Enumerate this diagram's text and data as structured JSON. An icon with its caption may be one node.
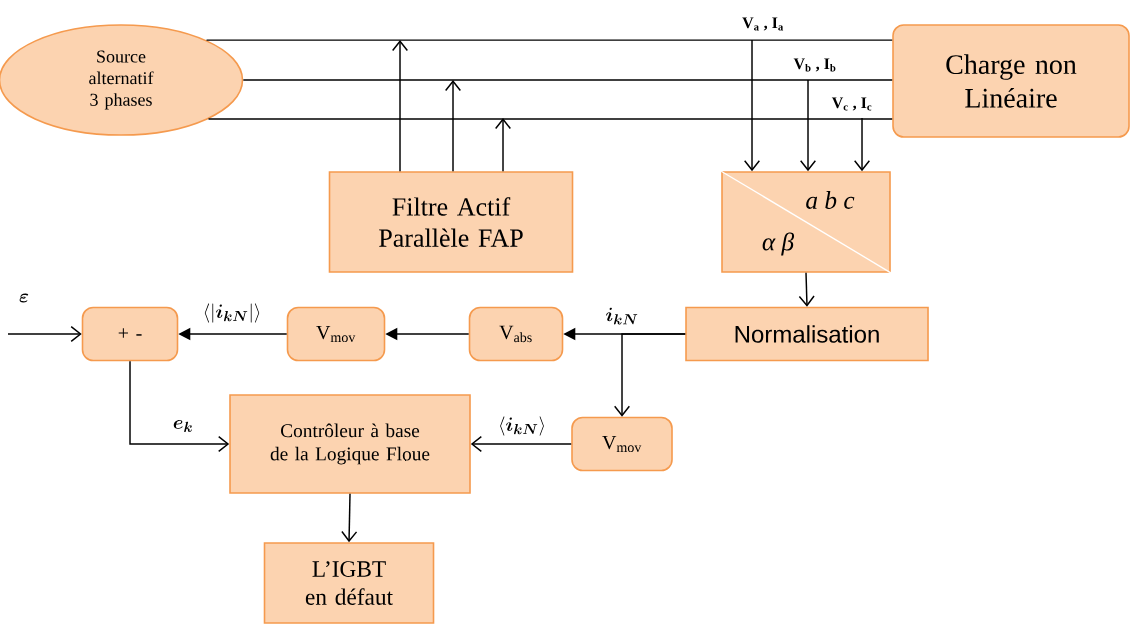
{
  "diagram": {
    "nodes": [
      {
        "text": [
          "Source alternatif 3 phases"
        ]
      },
      {
        "text": [
          "Charge non Linéaire"
        ]
      },
      {
        "text": [
          "Filtre Actif Parallèle FAP"
        ]
      },
      {
        "text": [
          "a b c",
          "α β"
        ]
      },
      {
        "text": [
          "Normalisation"
        ]
      },
      {
        "text": [
          "+ -"
        ]
      },
      {
        "text": [
          "V$_{mov}$"
        ]
      },
      {
        "text": [
          "V$_{abs}$"
        ]
      },
      {
        "text": [
          "Contrôleur à base de la Logique Floue"
        ]
      },
      {
        "text": [
          "V$_{mov}$"
        ]
      },
      {
        "text": [
          "L’IGBT en défaut"
        ]
      }
    ],
    "edges": [
      {
        "from": 0,
        "to": 1,
        "arrow": "none"
      },
      {
        "from": 0,
        "to": 1,
        "arrow": "none"
      },
      {
        "from": 0,
        "to": 1,
        "arrow": "none"
      },
      {
        "from": null,
        "to": 3,
        "arrow": "to",
        "label": "V$_{a}$ , I$_{a}$"
      },
      {
        "from": null,
        "to": 3,
        "arrow": "to",
        "label": "V$_{b}$ , I$_{b}$"
      },
      {
        "from": null,
        "to": 3,
        "arrow": "to",
        "label": "V$_{c}$ , I$_{c}$"
      },
      {
        "from": 2,
        "to": null,
        "arrow": "to"
      },
      {
        "from": 2,
        "to": null,
        "arrow": "to"
      },
      {
        "from": 2,
        "to": null,
        "arrow": "to"
      },
      {
        "from": 3,
        "to": 4,
        "arrow": "to"
      },
      {
        "from": 4,
        "to": 7,
        "arrow": "to",
        "label": "\\boldsymbol{i_{kN}}"
      },
      {
        "from": 4,
        "to": 9,
        "arrow": "to"
      },
      {
        "from": 7,
        "to": 6,
        "arrow": "to"
      },
      {
        "from": 6,
        "to": 5,
        "arrow": "to",
        "label": "\\langle|\\boldsymbol{i_{kN}}|\\rangle"
      },
      {
        "from": null,
        "to": 5,
        "arrow": "to",
        "label": "\\boldsymbol{\\varepsilon}"
      },
      {
        "from": 5,
        "to": 8,
        "arrow": "to",
        "label": "\\boldsymbol{e_{k}}"
      },
      {
        "from": 9,
        "to": 8,
        "arrow": "to",
        "label": "\\langle\\boldsymbol{i_{kN}}\\rangle"
      },
      {
        "from": 8,
        "to": 10,
        "arrow": "to"
      }
    ]
  }
}
